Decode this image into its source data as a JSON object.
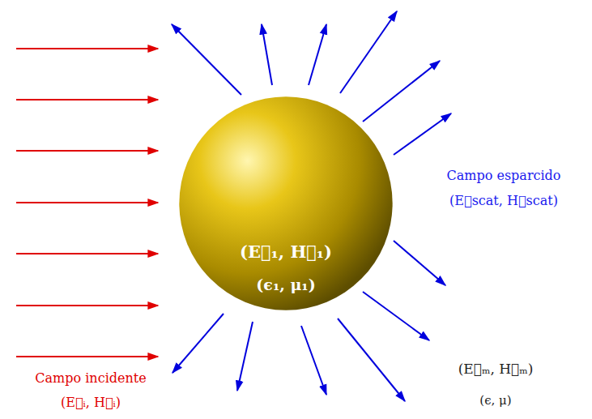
{
  "diagram": {
    "nodes": [
      {
        "text": [
          "(E⃗₁, H⃗₁)",
          "(ϵ₁, μ₁)"
        ]
      }
    ],
    "labels": [
      "Campo esparcido",
      "(E⃗scat, H⃗scat)",
      "Campo incidente",
      "(E⃗ᵢ, H⃗ᵢ)",
      "(E⃗ₘ, H⃗ₘ)",
      "(ϵ, μ)"
    ]
  }
}
